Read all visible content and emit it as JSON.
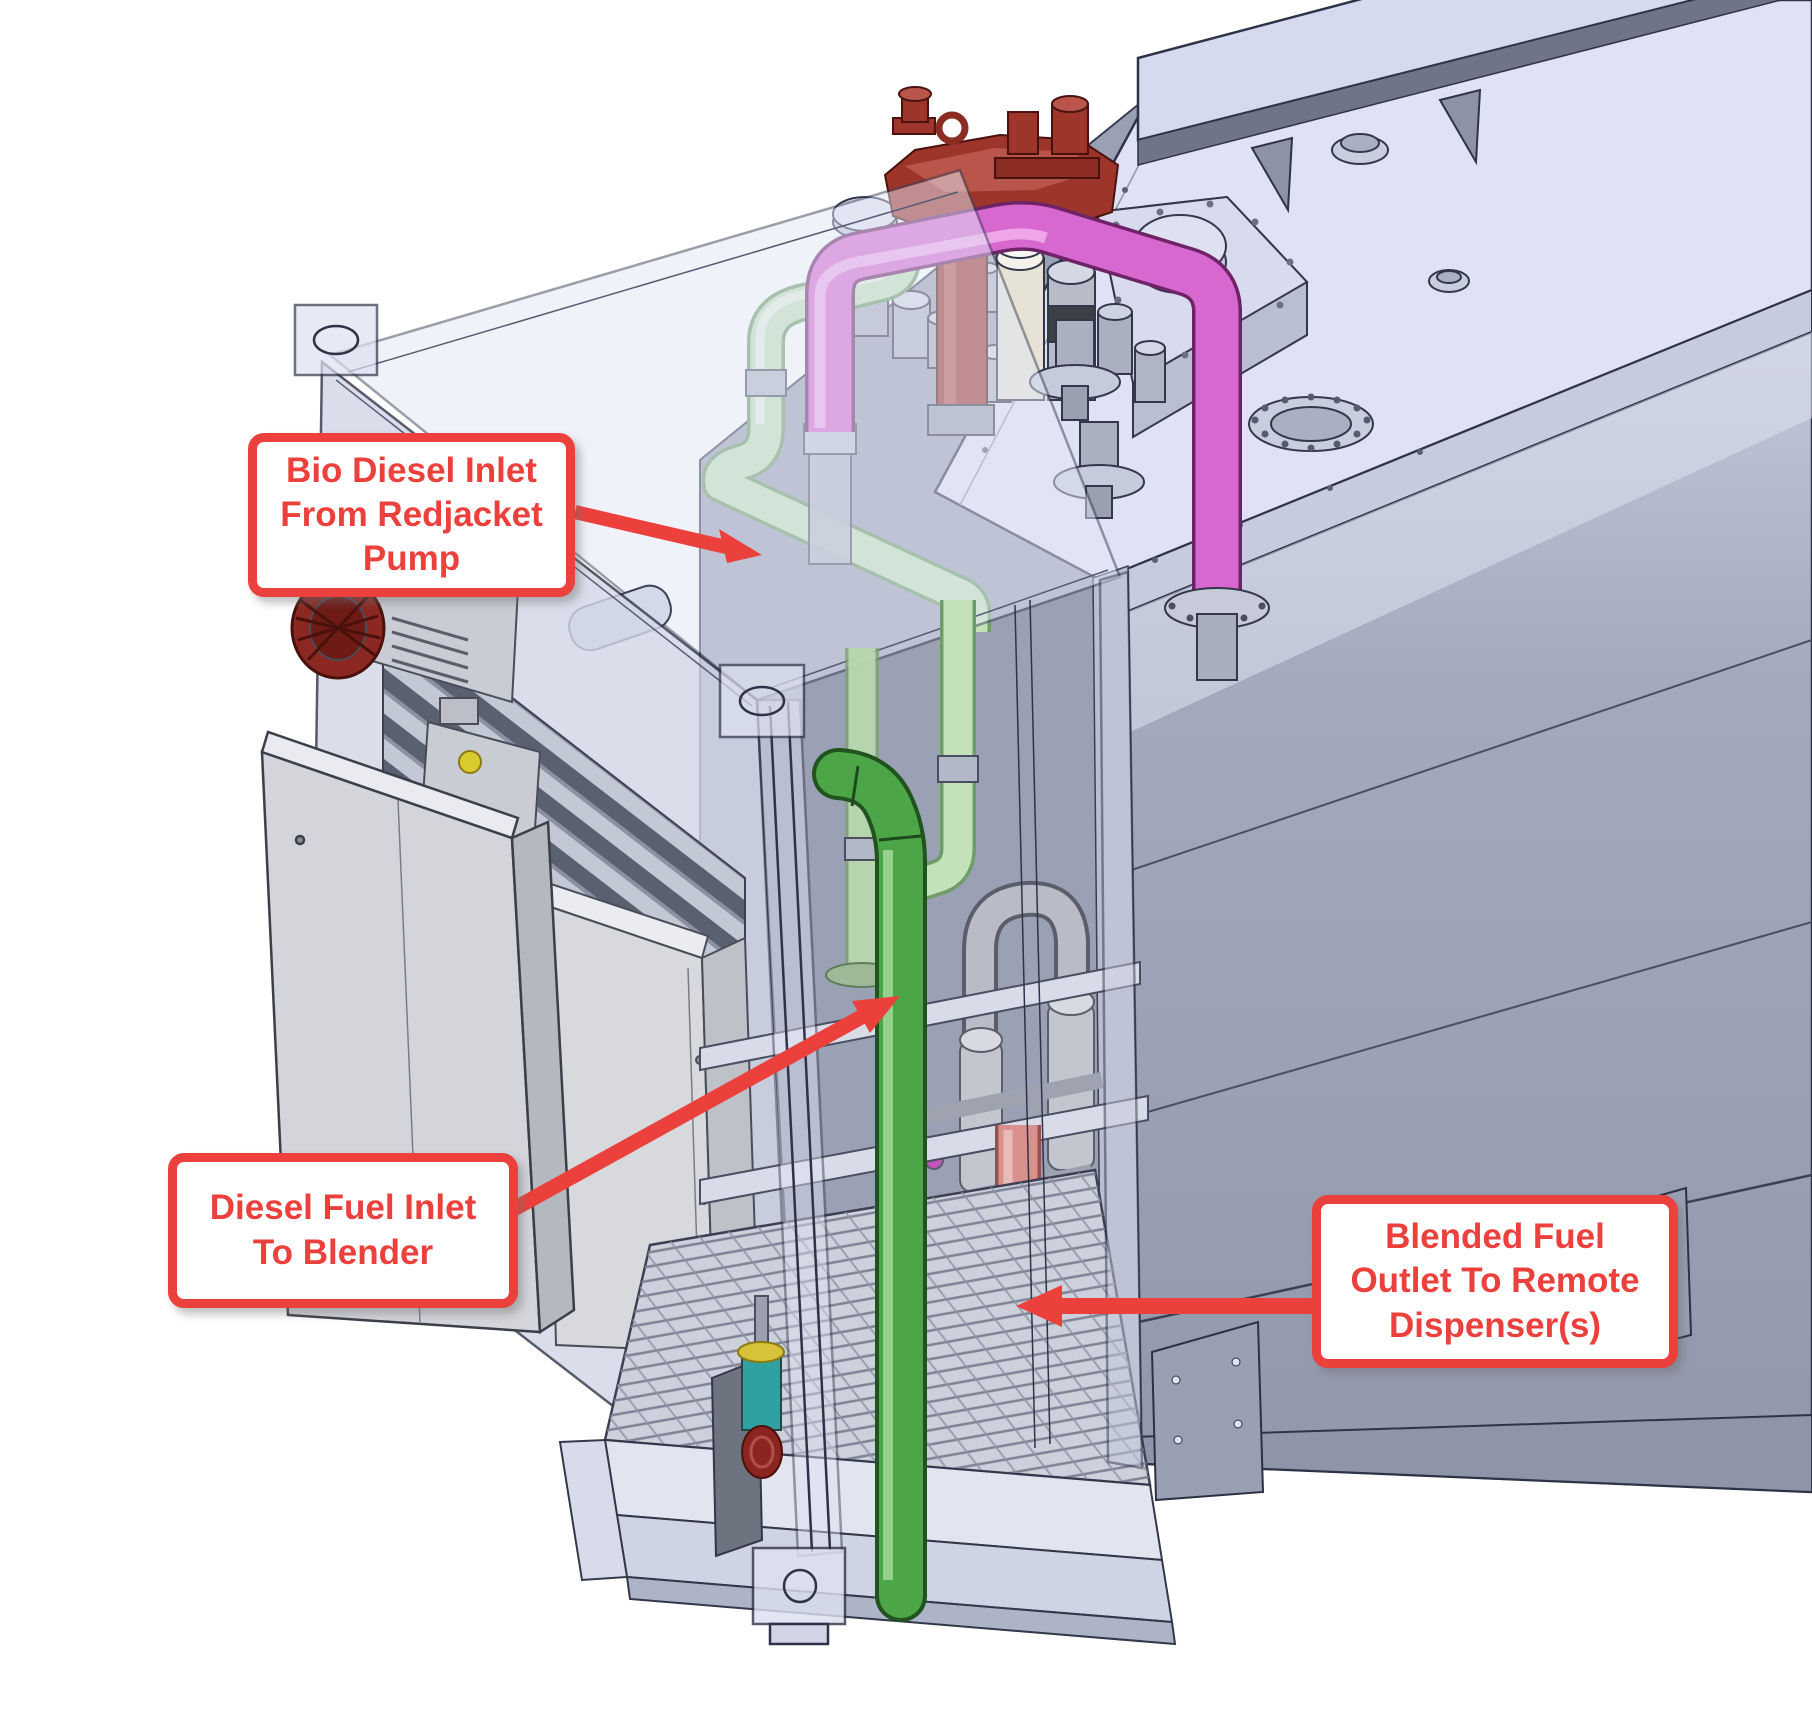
{
  "colors": {
    "annotation": "#ec403c",
    "callout_fill": "#ffffff",
    "pipe_biodiesel": "#c3e2b9",
    "pipe_diesel": "#4ca648",
    "pipe_blended": "#d9918e",
    "pipe_vent_magenta": "#d668cf",
    "valve_red": "#9e352b",
    "valve_teal": "#2fa1a0",
    "tank_top": "#dee2f4",
    "tank_front_dark": "#959baf",
    "tank_end": "#9ba1b4"
  },
  "callouts": [
    {
      "id": "bio-diesel-inlet",
      "label": "Bio Diesel Inlet From Redjacket Pump"
    },
    {
      "id": "diesel-fuel-inlet",
      "label": "Diesel Fuel Inlet To Blender"
    },
    {
      "id": "blended-fuel-outlet",
      "label": "Blended Fuel Outlet To Remote Dispenser(s)"
    }
  ]
}
